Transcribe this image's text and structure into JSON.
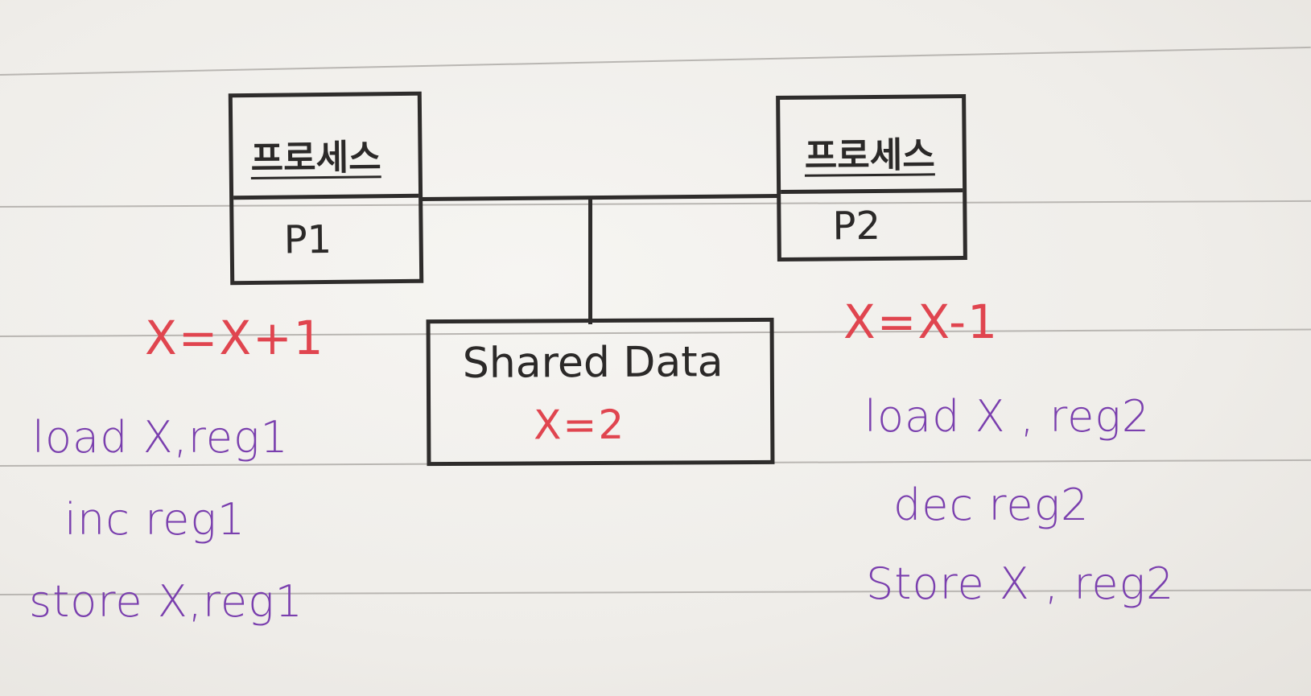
{
  "diagram": {
    "process_1": {
      "title": "프로세스",
      "id": "P1",
      "operation": "X=X+1",
      "code": [
        "load X,reg1",
        "inc reg1",
        "store X,reg1"
      ]
    },
    "process_2": {
      "title": "프로세스",
      "id": "P2",
      "operation": "X=X-1",
      "code": [
        "load X , reg2",
        "dec reg2",
        "Store X , reg2"
      ]
    },
    "shared_data": {
      "title": "Shared Data",
      "value": "X=2"
    },
    "colors": {
      "ink": "#2e2c2b",
      "operation_ink": "#e0454f",
      "code_ink": "#7a3fae",
      "paper": "#f1efeb",
      "ruled_line": "#b9b6b2"
    }
  }
}
